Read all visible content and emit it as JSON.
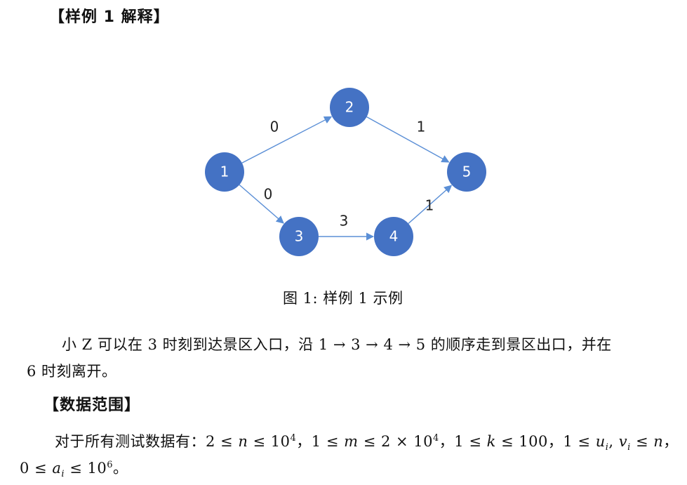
{
  "sample_explanation": {
    "heading": "【样例 1 解释】"
  },
  "figure": {
    "caption": "图 1: 样例 1 示例",
    "nodes": [
      {
        "id": "1",
        "label": "1"
      },
      {
        "id": "2",
        "label": "2"
      },
      {
        "id": "3",
        "label": "3"
      },
      {
        "id": "4",
        "label": "4"
      },
      {
        "id": "5",
        "label": "5"
      }
    ],
    "edges": [
      {
        "from": "1",
        "to": "2",
        "label": "0"
      },
      {
        "from": "2",
        "to": "5",
        "label": "1"
      },
      {
        "from": "1",
        "to": "3",
        "label": "0"
      },
      {
        "from": "3",
        "to": "4",
        "label": "3"
      },
      {
        "from": "4",
        "to": "5",
        "label": "1"
      }
    ],
    "node_color": "#4472C4",
    "edge_color": "#5B8FD6"
  },
  "explanation": {
    "line1": "小 Z 可以在 3 时刻到达景区入口，沿 1 → 3 → 4 → 5 的顺序走到景区出口，并在",
    "line2": "6 时刻离开。"
  },
  "data_range": {
    "heading": "【数据范围】",
    "line1_prefix": "对于所有测试数据有：",
    "c1_a": "2 ≤ ",
    "c1_var": "n",
    "c1_b": " ≤ 10",
    "c1_exp": "4",
    "sep1": "，",
    "c2_a": "1 ≤ ",
    "c2_var": "m",
    "c2_b": " ≤ 2 × 10",
    "c2_exp": "4",
    "sep2": "，",
    "c3_a": "1 ≤ ",
    "c3_var": "k",
    "c3_b": " ≤ 100",
    "sep3": "，",
    "c4_a": "1 ≤ ",
    "c4_u": "u",
    "c4_i1": "i",
    "c4_comma": ", ",
    "c4_v": "v",
    "c4_i2": "i",
    "c4_b": " ≤ ",
    "c4_n": "n",
    "sep4": "，",
    "c5_a": "0 ≤ ",
    "c5_var": "a",
    "c5_i": "i",
    "c5_b": " ≤ 10",
    "c5_exp": "6",
    "end": "。"
  }
}
